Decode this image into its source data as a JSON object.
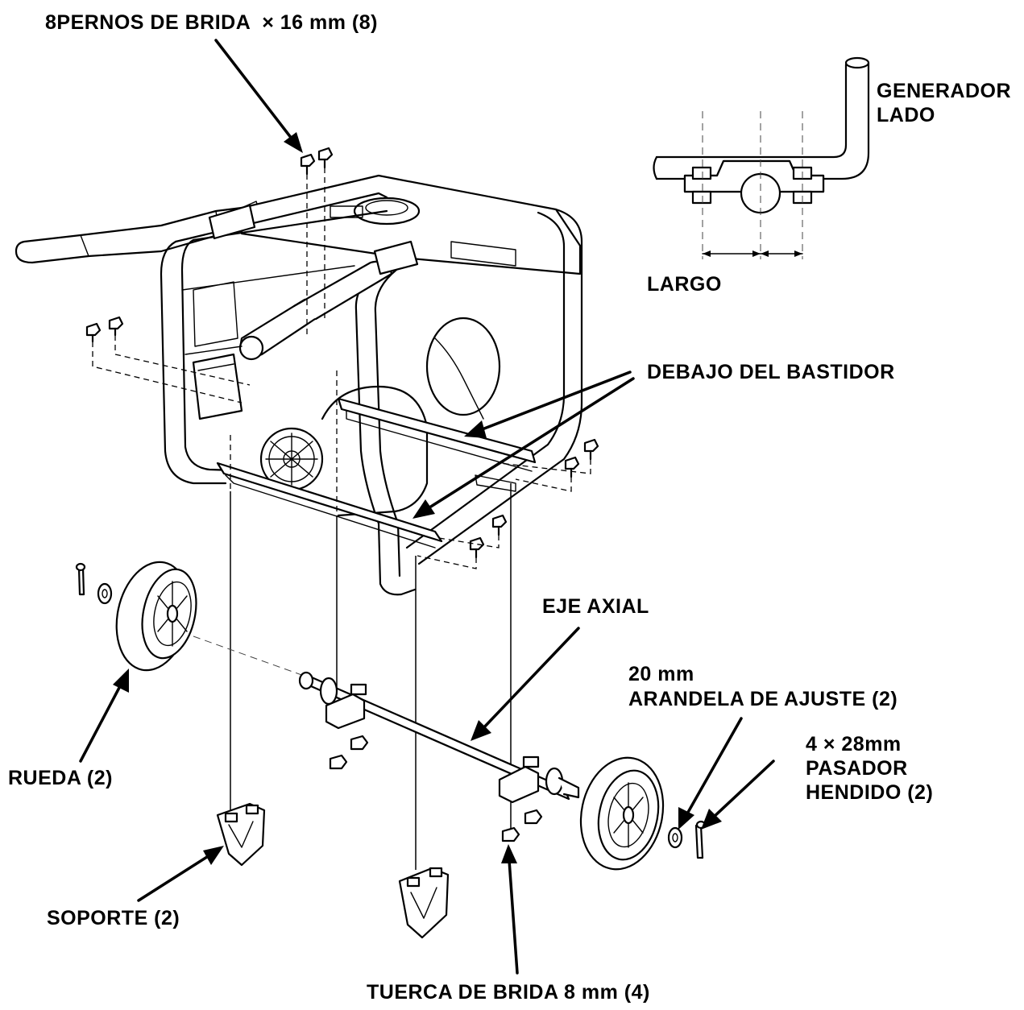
{
  "labels": {
    "flange_bolts": "8PERNOS DE BRIDA  × 16 mm (8)",
    "generator_side_1": "GENERADOR",
    "generator_side_2": "LADO",
    "long": "LARGO",
    "under_frame": "DEBAJO DEL BASTIDOR",
    "axle": "EJE AXIAL",
    "washer_1": "20 mm",
    "washer_2": "ARANDELA DE AJUSTE (2)",
    "pin_1": "4 × 28mm",
    "pin_2": "PASADOR",
    "pin_3": "HENDIDO (2)",
    "wheel": "RUEDA (2)",
    "stand": "SOPORTE (2)",
    "flange_nut": "TUERCA DE BRIDA 8 mm (4)"
  }
}
